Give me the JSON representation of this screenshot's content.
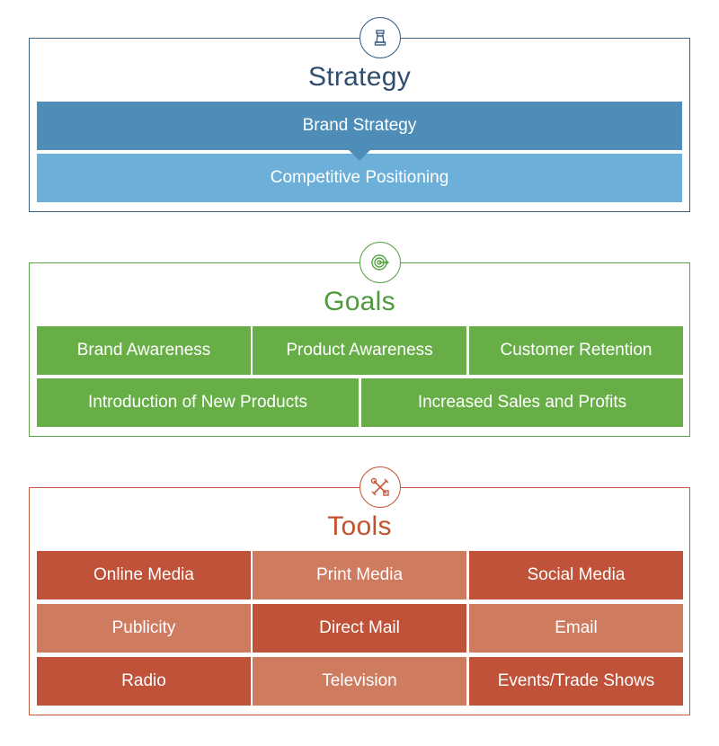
{
  "strategy": {
    "title": "Strategy",
    "icon": "chess-rook-icon",
    "items": [
      "Brand Strategy",
      "Competitive Positioning"
    ],
    "colors": {
      "border": "#3c5f84",
      "title": "#2f4d6e",
      "bar_dark": "#4d8db7",
      "bar_light": "#6cb0da"
    }
  },
  "goals": {
    "title": "Goals",
    "icon": "target-icon",
    "items": [
      "Brand Awareness",
      "Product Awareness",
      "Customer Retention",
      "Introduction of New Products",
      "Increased Sales and Profits"
    ],
    "colors": {
      "border": "#5aa34a",
      "title": "#4e9a3c",
      "cell": "#67ae47"
    }
  },
  "tools": {
    "title": "Tools",
    "icon": "tools-icon",
    "items": [
      "Online Media",
      "Print Media",
      "Social Media",
      "Publicity",
      "Direct Mail",
      "Email",
      "Radio",
      "Television",
      "Events/Trade Shows"
    ],
    "colors": {
      "border": "#c45a3c",
      "title": "#c0522f",
      "cell_dark": "#bf5238",
      "cell_light": "#ce7b60"
    }
  }
}
